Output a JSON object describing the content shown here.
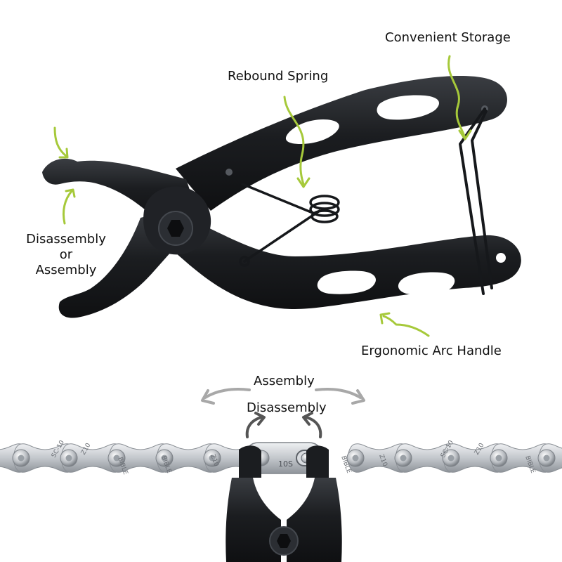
{
  "labels": {
    "convenient_storage": "Convenient Storage",
    "rebound_spring": "Rebound Spring",
    "disassembly_line1": "Disassembly",
    "disassembly_line2": "or",
    "disassembly_line3": "Assembly",
    "ergonomic_handle": "Ergonomic Arc Handle",
    "assembly": "Assembly",
    "disassembly": "Disassembly"
  },
  "chain_markings": {
    "plate_a": "BIBLE",
    "plate_b": "Z10",
    "plate_c": "SC-10",
    "master_link": "10S"
  },
  "colors": {
    "accent_arrow": "#a6c93a",
    "gray_arrow": "#a8a8a8",
    "dark_arrow": "#555555",
    "tool_body": "#1d1f22",
    "chain_silver": "#c9ccd0"
  }
}
